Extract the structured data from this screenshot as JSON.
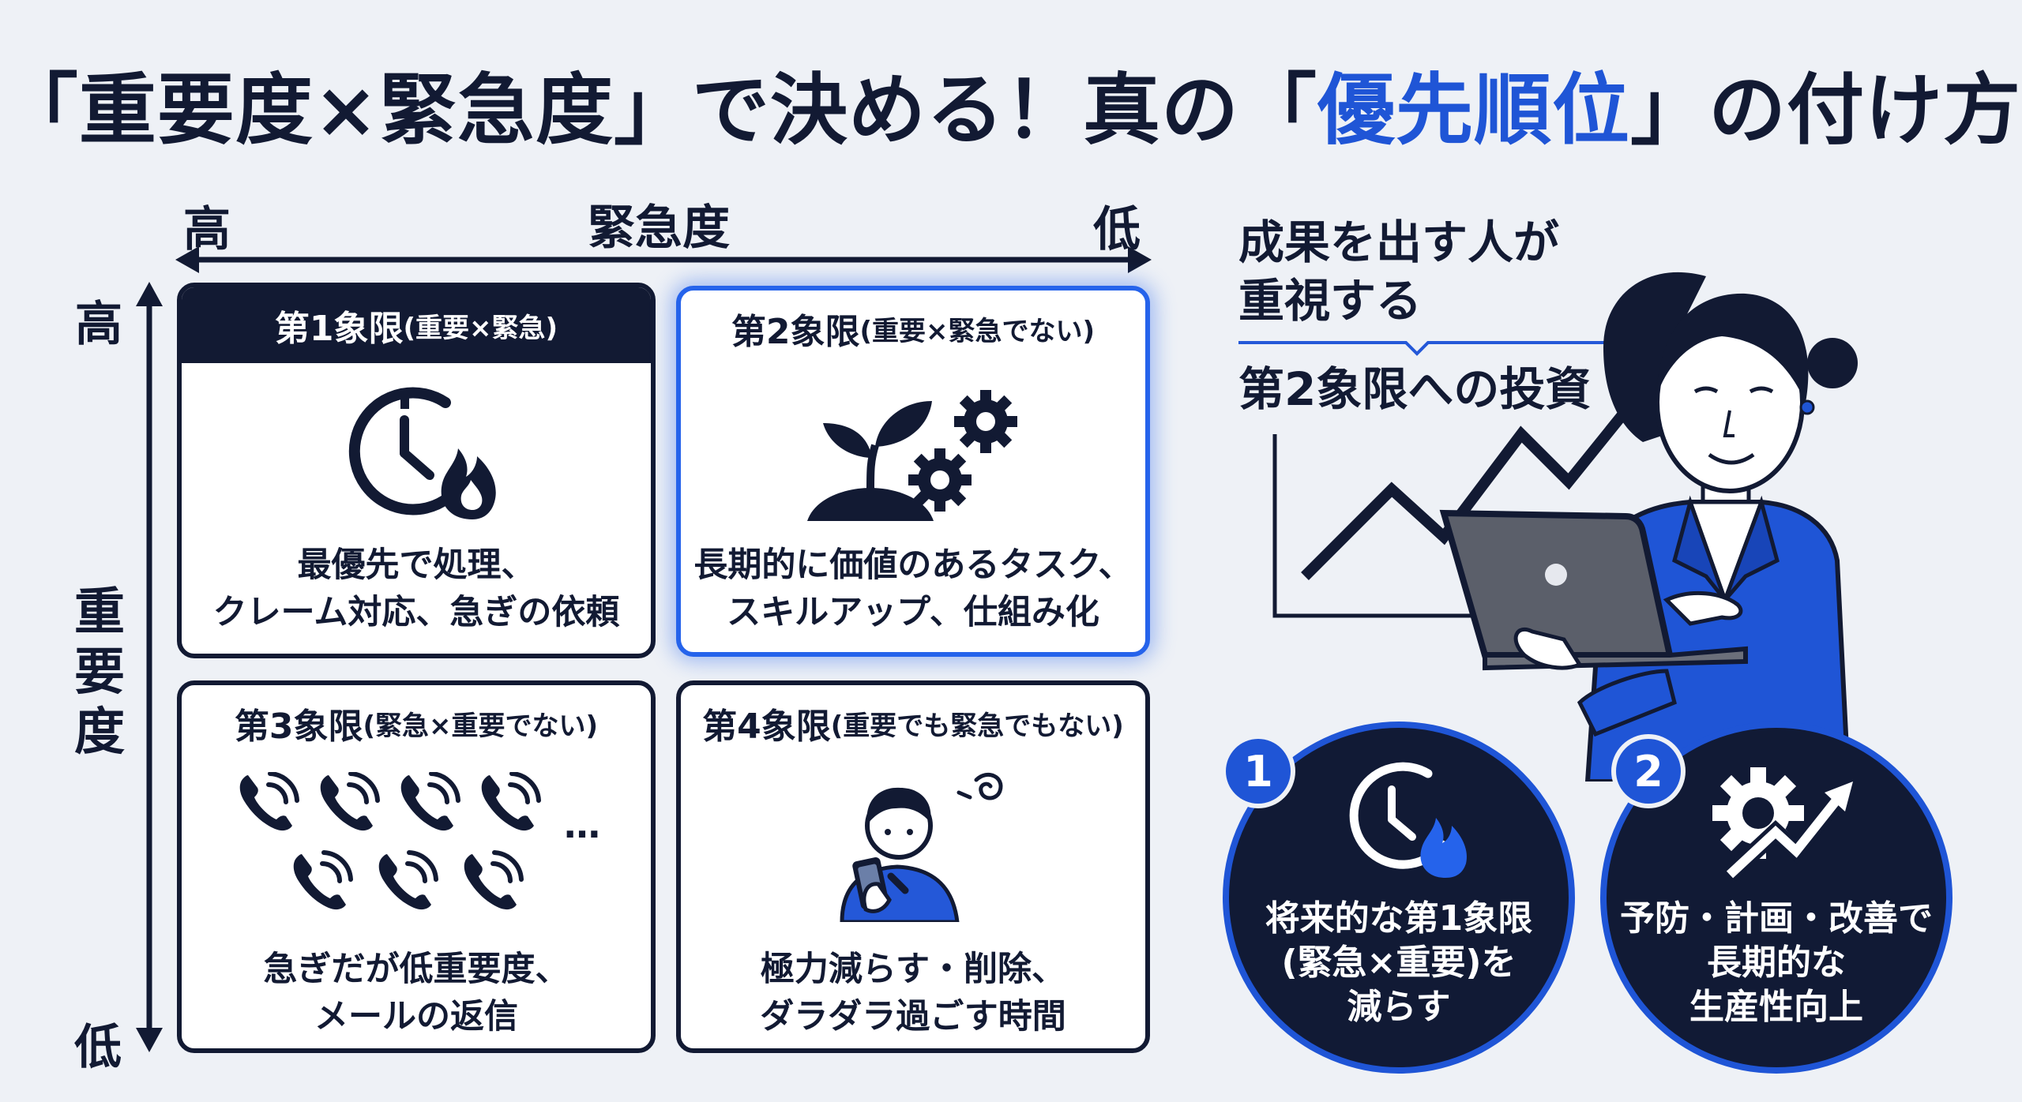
{
  "title": {
    "pre": "「重要度×緊急度」で決める！真の「",
    "highlight": "優先順位",
    "post": "」の付け方"
  },
  "axes": {
    "urgency": {
      "label": "緊急度",
      "high": "高",
      "low": "低"
    },
    "importance": {
      "label": "重要度",
      "high": "高",
      "low": "低"
    }
  },
  "quadrants": [
    {
      "title": "第1象限",
      "sub": "(重要×緊急)",
      "lines": [
        "最優先で処理、",
        "クレーム対応、急ぎの依頼"
      ]
    },
    {
      "title": "第2象限",
      "sub": "(重要×緊急でない)",
      "lines": [
        "長期的に価値のあるタスク、",
        "スキルアップ、仕組み化"
      ]
    },
    {
      "title": "第3象限",
      "sub": "(緊急×重要でない)",
      "lines": [
        "急ぎだが低重要度、",
        "メールの返信"
      ]
    },
    {
      "title": "第4象限",
      "sub": "(重要でも緊急でもない)",
      "lines": [
        "極力減らす・削除、",
        "ダラダラ過ごす時間"
      ]
    }
  ],
  "right": {
    "heading_lines": [
      "成果を出す人が",
      "重視する"
    ],
    "investment": "第2象限への投資",
    "ellipsis": "…"
  },
  "points": [
    {
      "num": "1",
      "lines": [
        "将来的な第1象限",
        "(緊急×重要)を",
        "減らす"
      ]
    },
    {
      "num": "2",
      "lines": [
        "予防・計画・改善で",
        "長期的な",
        "生産性向上"
      ]
    }
  ],
  "colors": {
    "navy": "#121a33",
    "accent": "#1f55d6",
    "background": "#eef1f6"
  }
}
